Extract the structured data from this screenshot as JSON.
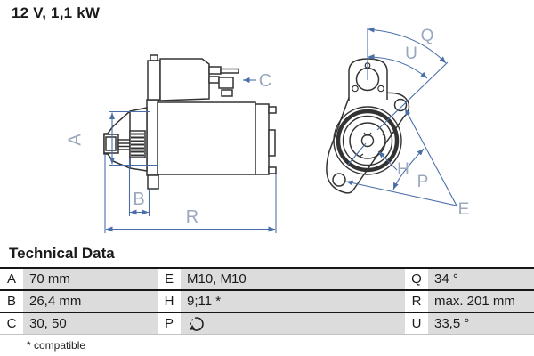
{
  "title": "12 V, 1,1 kW",
  "diagram": {
    "side_view": "starter-motor-side-view",
    "front_view": "starter-motor-front-view",
    "outline_color": "#333333",
    "dimension_color": "#4a6fa8",
    "label_color": "#9aa8bd",
    "side_labels": {
      "a": "A",
      "b": "B",
      "c": "C",
      "r": "R"
    },
    "front_labels": {
      "q": "Q",
      "u": "U",
      "h": "H",
      "p": "P",
      "e": "E"
    }
  },
  "technical_data": {
    "heading": "Technical Data",
    "rows": [
      {
        "k1": "A",
        "v1": "70 mm",
        "k2": "E",
        "v2": "M10, M10",
        "k3": "Q",
        "v3": "34 °"
      },
      {
        "k1": "B",
        "v1": "26,4 mm",
        "k2": "H",
        "v2": "9;11 *",
        "k3": "R",
        "v3": "max. 201 mm"
      },
      {
        "k1": "C",
        "v1": "30, 50",
        "k2": "P",
        "v2": "",
        "k3": "U",
        "v3": "33,5 °"
      }
    ],
    "p_icon": "counterclockwise-rotation-icon",
    "footnote": "* compatible",
    "value_cell_color": "#dcdcdc"
  }
}
